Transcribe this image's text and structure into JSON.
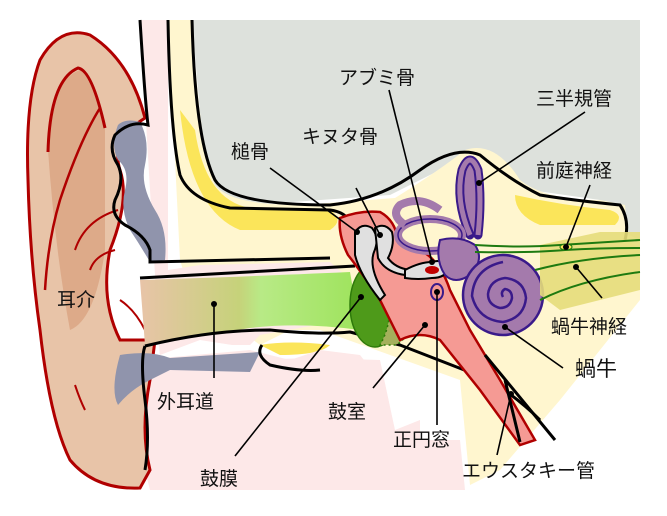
{
  "diagram": {
    "title": "耳の構造",
    "labels": {
      "pinna": "耳介",
      "ear_canal": "外耳道",
      "eardrum": "鼓膜",
      "malleus": "槌骨",
      "incus": "キヌタ骨",
      "stapes": "アブミ骨",
      "semicircular_canals": "三半規管",
      "vestibular_nerve": "前庭神経",
      "cochlear_nerve": "蝸牛神経",
      "cochlea": "蝸牛",
      "tympanic_cavity": "鼓室",
      "round_window": "正円窓",
      "eustachian_tube": "エウスタキー管"
    },
    "colors": {
      "skin": "#e8c4a8",
      "skin_dark": "#d9a07c",
      "outline_red": "#b00000",
      "tissue_pink": "#fde8e8",
      "cartilage": "#9094ac",
      "bone_yellow": "#fff6cf",
      "bone_highlight": "#fbe55a",
      "skull_gray": "#dde1dc",
      "canal_green": "#9ee35c",
      "eardrum_green": "#4e9a1a",
      "cochlea_purple": "#a47aac",
      "cochlea_outline": "#3a1a8a",
      "nerve_green": "#1e7a10",
      "tube_red": "#f59a94"
    }
  }
}
